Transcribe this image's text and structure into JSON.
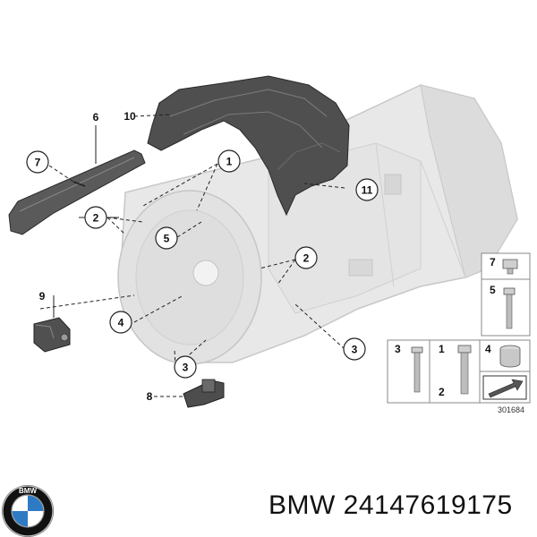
{
  "diagram": {
    "callouts": {
      "c1": "1",
      "c2a": "2",
      "c2b": "2",
      "c3a": "3",
      "c3b": "3",
      "c4": "4",
      "c5": "5",
      "c6": "6",
      "c7": "7",
      "c8": "8",
      "c9": "9",
      "c10": "10",
      "c11": "11"
    },
    "legend": {
      "k7": "7",
      "k5": "5",
      "k3": "3",
      "k1": "1",
      "k2": "2",
      "k4": "4"
    },
    "reference_number": "301684"
  },
  "footer": {
    "part_label": "BMW 24147619175",
    "logo_text": "BMW"
  },
  "colors": {
    "transmission_fill": "#e6e6e6",
    "heat_shield_fill": "#4a4a4a",
    "legend_border": "#888888",
    "logo_blue": "#2e7bc4"
  }
}
